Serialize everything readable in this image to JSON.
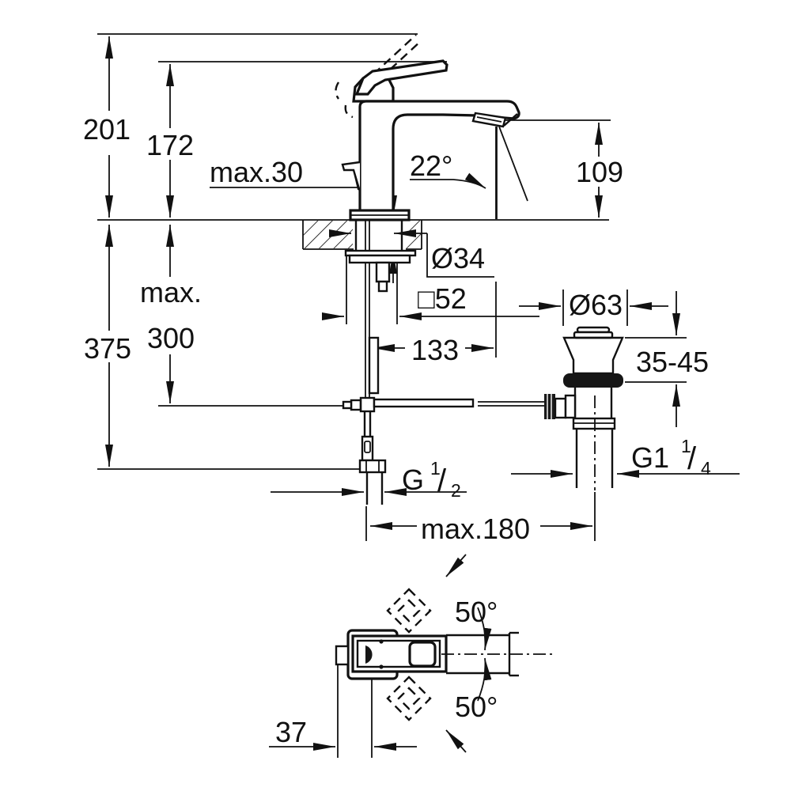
{
  "drawing": {
    "title_hint": "faucet installation dimension drawing",
    "background_color": "#ffffff",
    "line_color": "#111111",
    "labels": {
      "overall_height": "201",
      "lever_height": "172",
      "deck_thickness_max": "max.30",
      "spray_angle": "22°",
      "spout_to_deck_height": "109",
      "mounting_hole_diameter": "Ø34",
      "max_word": "max.",
      "under_deck_clearance": "300",
      "total_installation_depth": "375",
      "body_square_size": "□52",
      "spout_projection": "133",
      "waste_flange_diameter": "Ø63",
      "waste_deck_range": "35-45",
      "waste_thread": {
        "main": "G1",
        "sup": "1",
        "slash": "/",
        "sub": "4"
      },
      "supply_thread": {
        "main": "G",
        "sup": "1",
        "slash": "/",
        "sub": "2"
      },
      "center_to_waste_max": "max.180",
      "handle_swivel_upper": "50°",
      "handle_swivel_lower": "50°",
      "handle_offset": "37"
    }
  }
}
